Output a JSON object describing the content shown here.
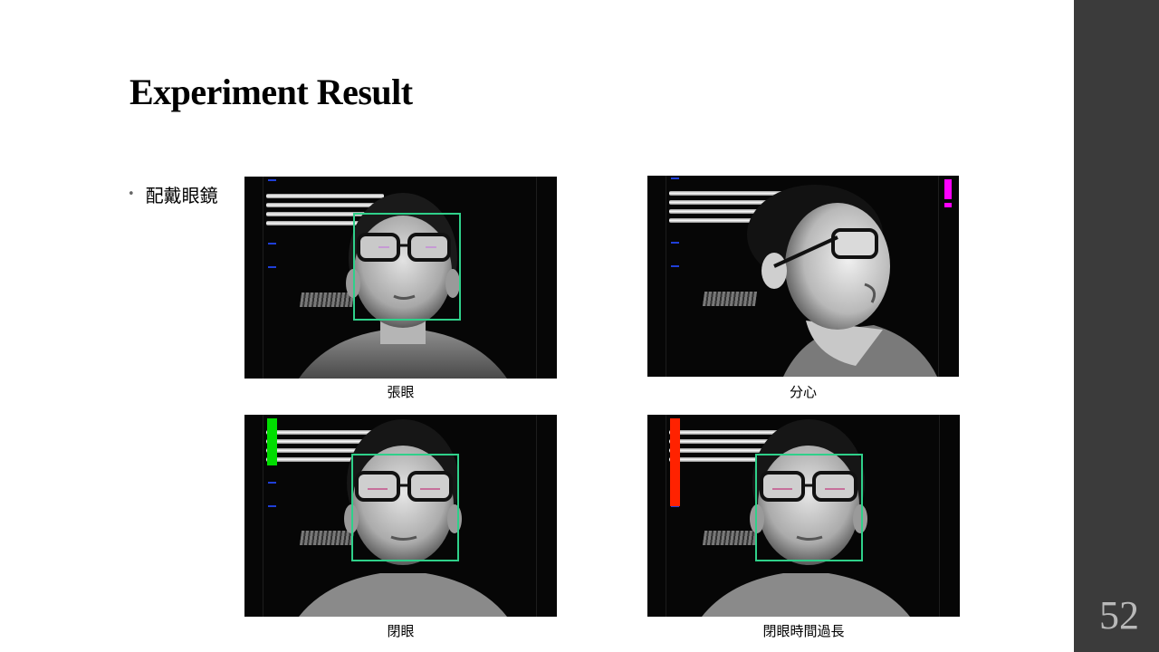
{
  "slide": {
    "title": "Experiment Result",
    "bullet": "配戴眼鏡",
    "page_number": "52"
  },
  "figures": [
    {
      "caption": "張眼",
      "state": "eyes-open",
      "indicator_color": ""
    },
    {
      "caption": "分心",
      "state": "distracted",
      "indicator_color": "#ff00ff"
    },
    {
      "caption": "閉眼",
      "state": "eyes-closed",
      "indicator_color": "#00dd00"
    },
    {
      "caption": "閉眼時間過長",
      "state": "eyes-closed-too-long",
      "indicator_color": "#ff2200"
    }
  ],
  "colors": {
    "face_box": "#2fd08a",
    "side_bar": "#3b3b3b",
    "marker_blue": "#1f3fd8"
  }
}
